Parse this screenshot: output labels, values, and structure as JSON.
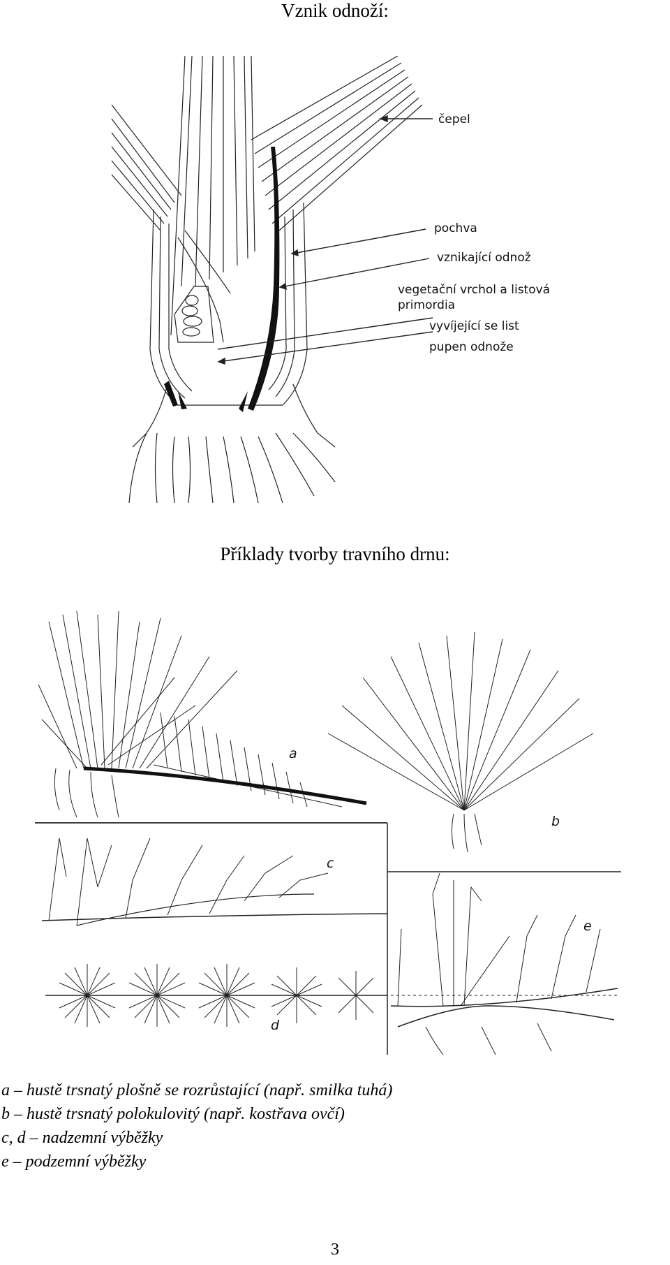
{
  "heading_top": "Vznik odnoží:",
  "diagram_labels": {
    "cepel": "čepel",
    "pochva": "pochva",
    "vznikajici": "vznikající odnož",
    "vegetacni_1": "vegetační vrchol a listová",
    "vegetacni_2": "primordia",
    "vyvijejici": "vyvíjející se list",
    "pupen": "pupen odnože"
  },
  "heading_middle": "Příklady tvorby travního drnu:",
  "figure_letters": {
    "a": "a",
    "b": "b",
    "c": "c",
    "d": "d",
    "e": "e"
  },
  "captions": [
    "a – hustě trsnatý plošně se rozrůstající (např. smilka tuhá)",
    "b – hustě trsnatý polokulovitý (např. kostřava ovčí)",
    "c, d – nadzemní výběžky",
    "e – podzemní výběžky"
  ],
  "page_number": "3"
}
